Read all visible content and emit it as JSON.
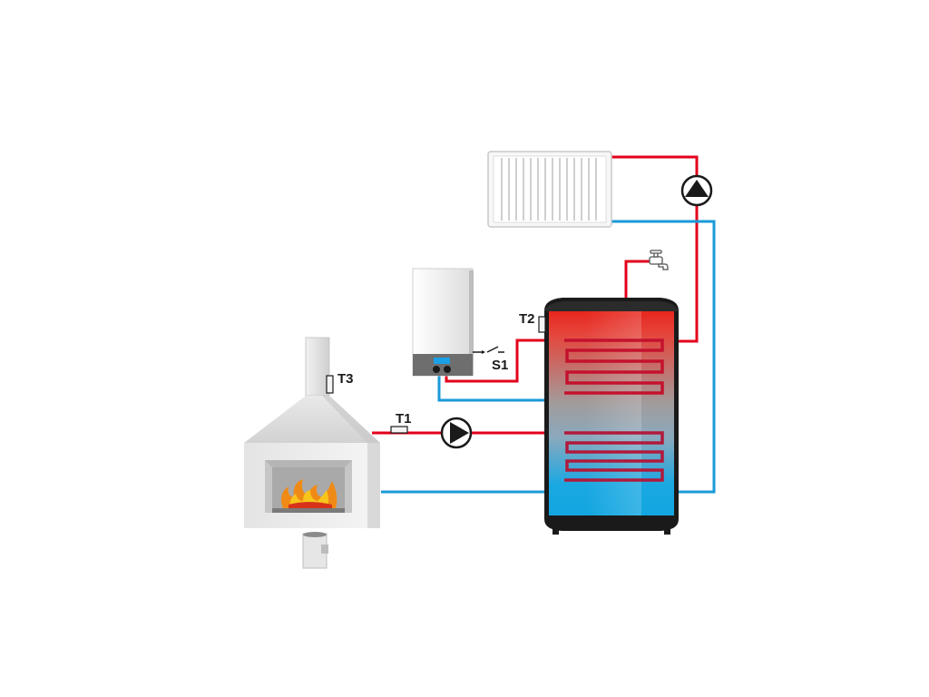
{
  "labels": {
    "t1": "T1",
    "t2": "T2",
    "t3": "T3",
    "s1": "S1"
  },
  "colors": {
    "hot_pipe": "#e3001b",
    "cold_pipe": "#1a9ad9",
    "tank_hot": "#e8251c",
    "tank_cold": "#12a6e0",
    "boiler_panel": "#6e6e6e",
    "display": "#1aa0e6"
  },
  "icons": [
    "radiator-icon",
    "pump-icon",
    "tap-icon",
    "fireplace-icon",
    "flame-icon",
    "boiler-icon",
    "storage-tank-icon",
    "sensor-icon",
    "switch-icon"
  ]
}
